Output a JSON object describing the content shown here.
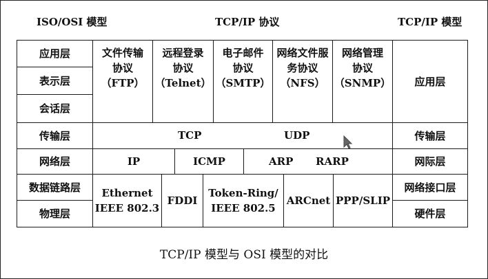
{
  "headers": {
    "osi_model": "ISO/OSI 模型",
    "protocols": "TCP/IP 协议",
    "tcpip_model": "TCP/IP 模型"
  },
  "osi_layers": [
    "应用层",
    "表示层",
    "会话层",
    "传输层",
    "网络层",
    "数据链路层",
    "物理层"
  ],
  "tcpip_layers": {
    "application": "应用层",
    "transport": "传输层",
    "internet": "网际层",
    "network_interface": "网络接口层",
    "hardware": "硬件层"
  },
  "application_protocols": [
    "文件传输\n协议\n（FTP）",
    "远程登录\n协议\n（Telnet）",
    "电子邮件\n协议\n（SMTP）",
    "网络文件服\n务协议\n（NFS）",
    "网络管理\n协议\n（SNMP）"
  ],
  "transport_protocols": [
    "TCP",
    "UDP"
  ],
  "internet_protocols": [
    "IP",
    "ICMP",
    "ARP",
    "RARP"
  ],
  "link_protocols": [
    "Ethernet\nIEEE 802.3",
    "FDDI",
    "Token-Ring/\nIEEE 802.5",
    "ARCnet",
    "PPP/SLIP"
  ],
  "caption": "TCP/IP 模型与 OSI 模型的对比"
}
